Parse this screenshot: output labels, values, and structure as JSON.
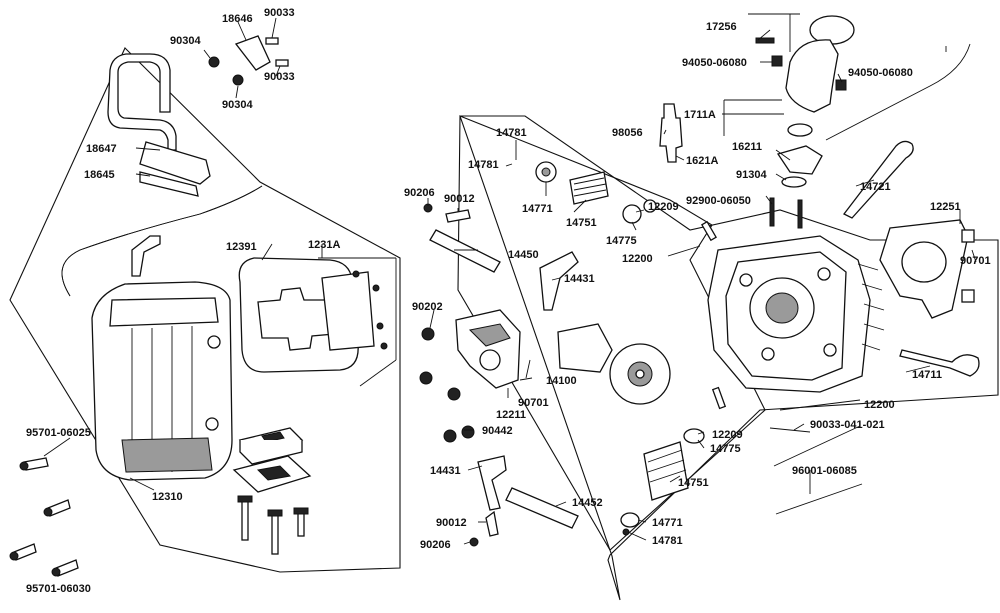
{
  "labels": {
    "l17256": "17256",
    "l18646": "18646",
    "l90033a": "90033",
    "l90304a": "90304",
    "l90033b": "90033",
    "l90304b": "90304",
    "l94050a": "94050-06080",
    "l94050b": "94050-06080",
    "l1711A": "1711A",
    "l14781a": "14781",
    "l14781b": "14781",
    "l98056": "98056",
    "l1621A": "1621A",
    "l16211": "16211",
    "l91304": "91304",
    "l18647": "18647",
    "l18645": "18645",
    "l90206a": "90206",
    "l90012a": "90012",
    "l14771a": "14771",
    "l14751a": "14751",
    "l12209a": "12209",
    "l14775a": "14775",
    "l92900": "92900-06050",
    "l14721": "14721",
    "l12251": "12251",
    "l12391": "12391",
    "l1231A": "1231A",
    "l14450": "14450",
    "l12200a": "12200",
    "l14431a": "14431",
    "l90701a": "90701",
    "l90202": "90202",
    "l14100": "14100",
    "l90701b": "90701",
    "l12211": "12211",
    "l90442": "90442",
    "l14711": "14711",
    "l12200b": "12200",
    "l95701a": "95701-06025",
    "l90033c": "90033-041-021",
    "l12209b": "12209",
    "l14775b": "14775",
    "l14431b": "14431",
    "l96001": "96001-06085",
    "l12310": "12310",
    "l14751b": "14751",
    "l14452": "14452",
    "l90012b": "90012",
    "l14771b": "14771",
    "l90206b": "90206",
    "l14781c": "14781",
    "l95701b": "95701-06030"
  }
}
